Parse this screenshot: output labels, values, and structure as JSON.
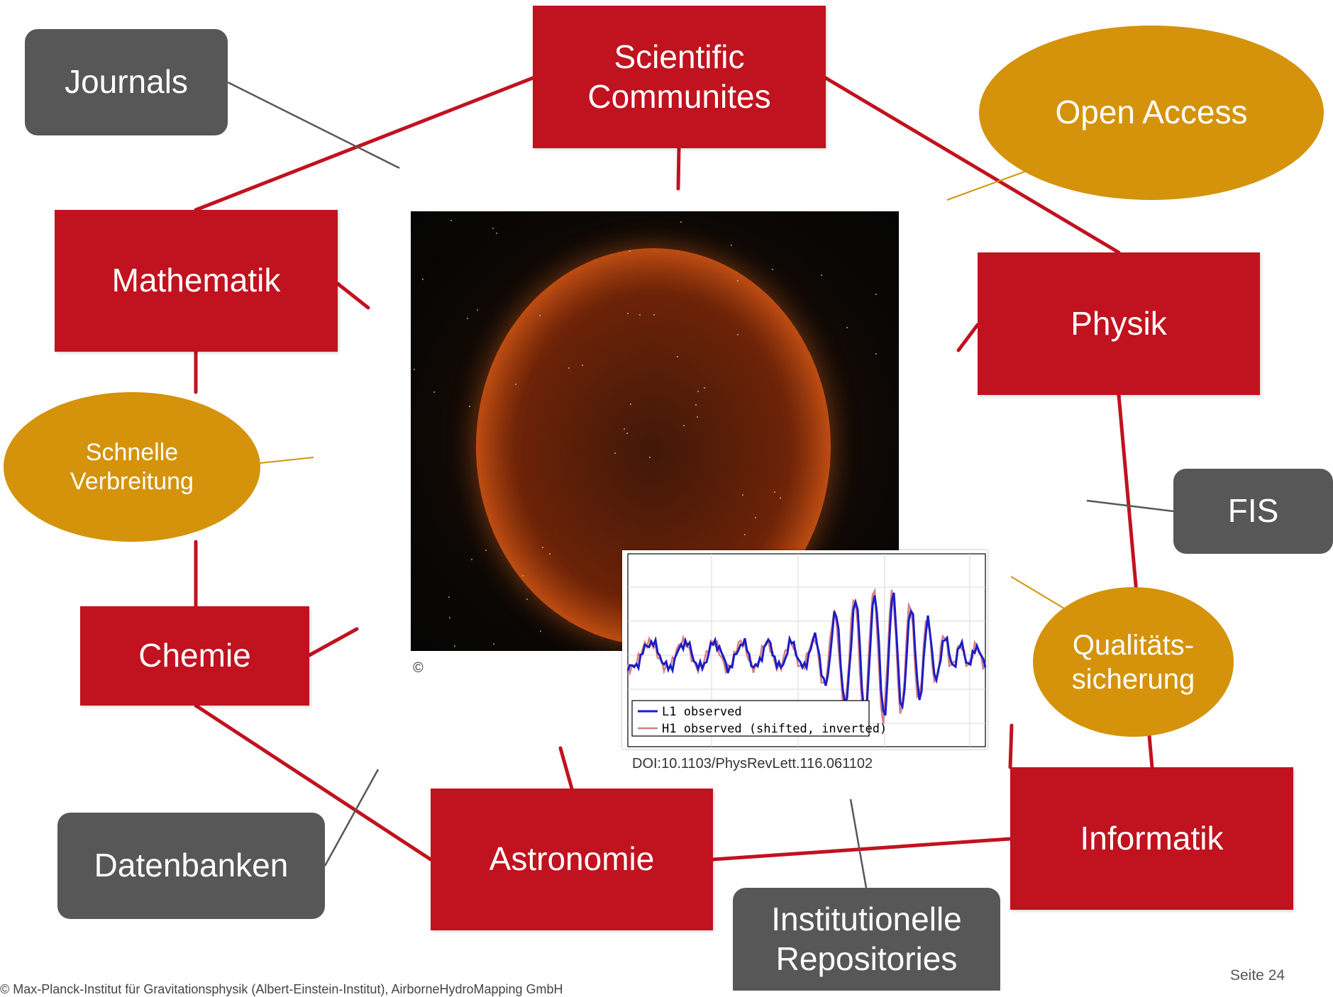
{
  "nodes": {
    "scientific": "Scientific\nCommunites",
    "journals": "Journals",
    "open_access": "Open Access",
    "mathematik": "Mathematik",
    "physik": "Physik",
    "schnelle": "Schnelle\nVerbreitung",
    "fis": "FIS",
    "chemie": "Chemie",
    "qualitaet": "Qualitäts-\nsicherung",
    "informatik": "Informatik",
    "astronomie": "Astronomie",
    "datenbanken": "Datenbanken",
    "institutionelle": "Institutionelle\nRepositories"
  },
  "photo": {
    "copyright": "©"
  },
  "plot": {
    "legend": [
      "L1 observed",
      "H1 observed (shifted, inverted)"
    ],
    "doi": "DOI:10.1103/PhysRevLett.116.061102"
  },
  "footer": {
    "copyright": "© Max-Planck-Institut für Gravitationsphysik (Albert-Einstein-Institut), AirborneHydroMapping GmbH",
    "page": "Seite 24"
  },
  "colors": {
    "red_box": "#c1121f",
    "gray_box": "#575757",
    "gold_oval": "#d4930a",
    "l1_series": "#1c1cc8",
    "h1_series": "#d67f7f"
  }
}
